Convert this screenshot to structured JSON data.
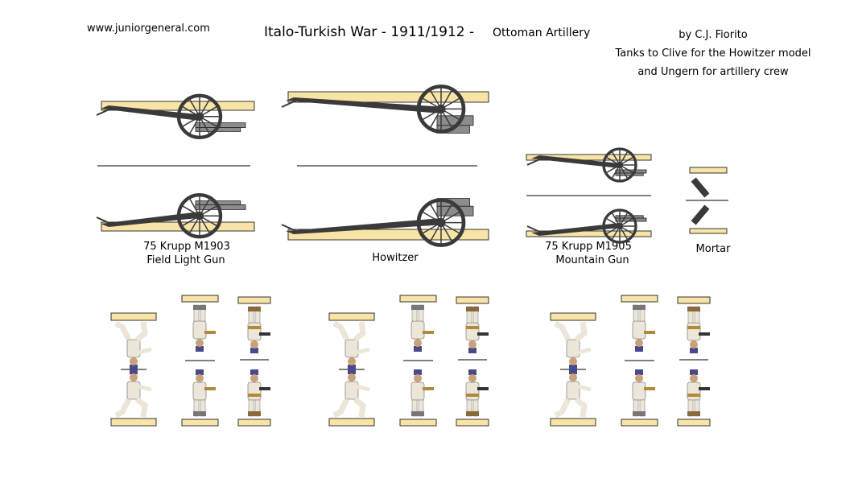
{
  "header": {
    "site": "www.juniorgeneral.com",
    "title": "Italo-Turkish War - 1911/1912 -",
    "subtitle": "Ottoman Artillery",
    "credits": [
      "by C.J. Fiorito",
      "Tanks to Clive for the Howitzer model",
      "and Ungern for artillery crew"
    ]
  },
  "pieces": [
    {
      "line1": "75 Krupp M1903",
      "line2": "Field Light Gun"
    },
    {
      "line1": "Howitzer"
    },
    {
      "line1": "75 Krupp M1905",
      "line2": "Mountain Gun"
    },
    {
      "line1": "Mortar"
    }
  ],
  "colors": {
    "base": "#f8e4a6",
    "gun": "#3a3a3a",
    "barrel": "#8a8c8e",
    "uniform": "#ece6d8",
    "fez": "#4a4a8a",
    "boots": "#8a6a3a"
  }
}
